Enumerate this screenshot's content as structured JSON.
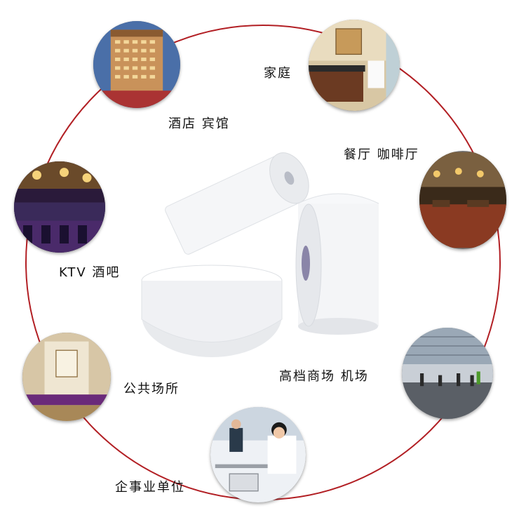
{
  "labels": {
    "hotel": "酒店  宾馆",
    "home": "家庭",
    "restaurant": "餐厅  咖啡厅",
    "ktv": "KTV  酒吧",
    "mall": "高档商场  机场",
    "public": "公共场所",
    "office": "企事业单位"
  },
  "colors": {
    "ring": "#b21f24",
    "tissue": "#f4f5f7",
    "background": "#ffffff"
  },
  "icons": [
    "hotel-photo",
    "home-bathroom-photo",
    "restaurant-photo",
    "ktv-bar-photo",
    "public-restroom-photo",
    "airport-photo",
    "office-photo",
    "toilet-paper-rolls"
  ]
}
